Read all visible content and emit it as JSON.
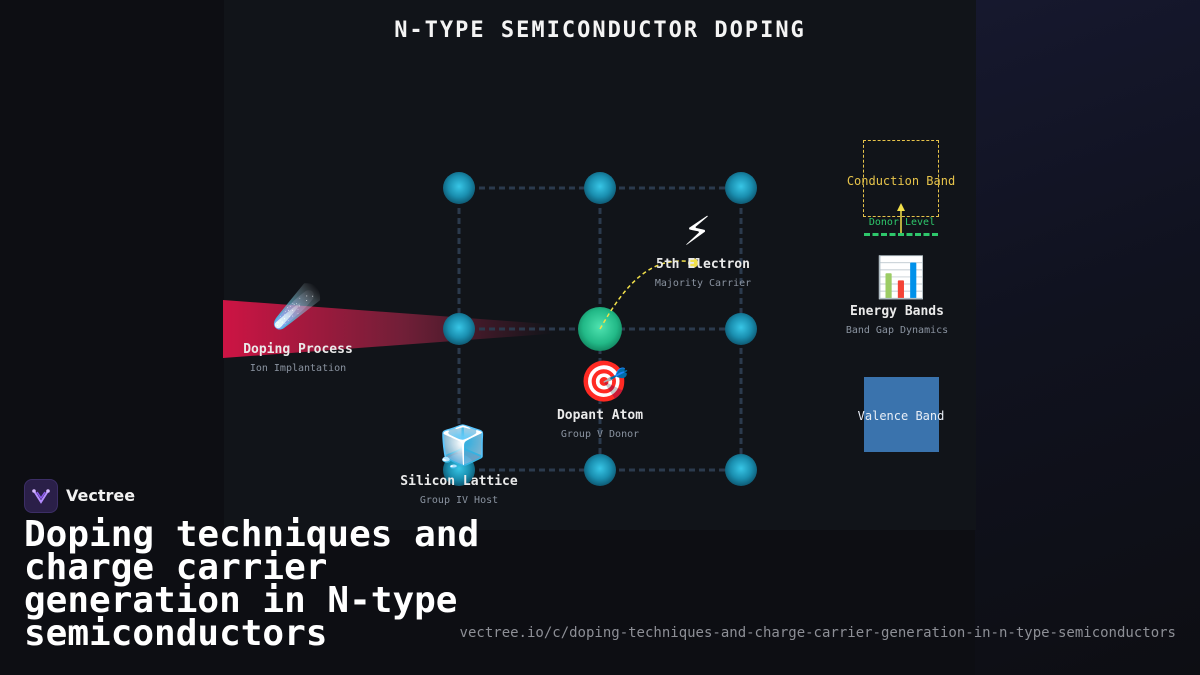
{
  "diagram": {
    "title": "N-TYPE SEMICONDUCTOR DOPING",
    "nodes": {
      "doping_process": {
        "icon": "☄️",
        "icon_name": "comet-icon",
        "label": "Doping Process",
        "sublabel": "Ion Implantation"
      },
      "silicon_lattice": {
        "icon": "🧊",
        "icon_name": "ice-cube-icon",
        "label": "Silicon Lattice",
        "sublabel": "Group IV Host"
      },
      "dopant_atom": {
        "icon": "🎯",
        "icon_name": "target-icon",
        "label": "Dopant Atom",
        "sublabel": "Group V Donor"
      },
      "fifth_electron": {
        "icon": "⚡",
        "icon_name": "lightning-icon",
        "label": "5th Electron",
        "sublabel": "Majority Carrier"
      },
      "energy_bands": {
        "icon": "📊",
        "icon_name": "bar-chart-icon",
        "label": "Energy Bands",
        "sublabel": "Band Gap Dynamics"
      }
    },
    "band_labels": {
      "conduction": "Conduction Band",
      "donor": "Donor Level",
      "valence": "Valence Band"
    },
    "colors": {
      "atom": "#1aa6c8",
      "dopant": "#2ed19a",
      "beam": "#d7144a",
      "conduction": "#e6c34a",
      "donor": "#2ec76b",
      "valence": "#3a73ad",
      "electron_path": "#f2e04a"
    }
  },
  "footer": {
    "brand": "Vectree",
    "headline": "Doping techniques and charge carrier generation in N-type semiconductors",
    "url": "vectree.io/c/doping-techniques-and-charge-carrier-generation-in-n-type-semiconductors"
  }
}
